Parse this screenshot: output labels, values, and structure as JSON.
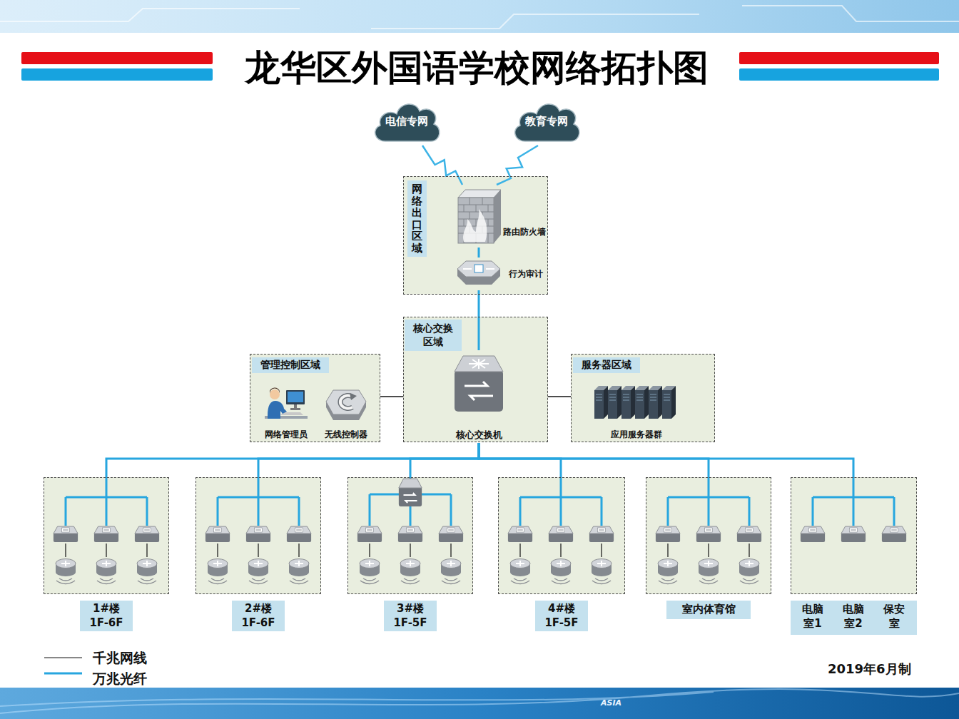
{
  "diagram": {
    "title": "龙华区外国语学校网络拓扑图",
    "nodes": [
      {
        "text": [
          "电信专网"
        ]
      },
      {
        "text": [
          "教育专网"
        ]
      },
      {
        "text": [
          "网络出口区域"
        ]
      },
      {
        "text": [
          "路由防火墙"
        ],
        "in": 2
      },
      {
        "text": [
          "行为审计"
        ],
        "in": 2
      },
      {
        "text": [
          "核心交换区域"
        ]
      },
      {
        "text": [
          "核心交换机"
        ],
        "in": 5
      },
      {
        "text": [
          "管理控制区域"
        ]
      },
      {
        "text": [
          "网络管理员"
        ],
        "in": 7
      },
      {
        "text": [
          "无线控制器"
        ],
        "in": 7
      },
      {
        "text": [
          "服务器区域"
        ]
      },
      {
        "text": [
          "应用服务器群"
        ],
        "in": 10
      },
      {
        "text": [
          "1#楼 1F-6F"
        ]
      },
      {
        "text": [
          "2#楼 1F-6F"
        ]
      },
      {
        "text": [
          "3#楼 1F-5F"
        ]
      },
      {
        "text": [
          "4#楼 1F-5F"
        ]
      },
      {
        "text": [
          "室内体育馆"
        ]
      },
      {
        "text": [
          "电脑 室1",
          "电脑 室2",
          "保安 室"
        ]
      }
    ],
    "edges": [
      {
        "from": 0,
        "to": 3,
        "arrow": "none"
      },
      {
        "from": 1,
        "to": 3,
        "arrow": "none"
      },
      {
        "from": 3,
        "to": 4,
        "arrow": "none"
      },
      {
        "from": 4,
        "to": 6,
        "arrow": "none"
      },
      {
        "from": 7,
        "to": 5,
        "arrow": "none"
      },
      {
        "from": 5,
        "to": 10,
        "arrow": "none"
      },
      {
        "from": 6,
        "to": 12,
        "arrow": "none"
      },
      {
        "from": 6,
        "to": 13,
        "arrow": "none"
      },
      {
        "from": 6,
        "to": 14,
        "arrow": "none"
      },
      {
        "from": 6,
        "to": 15,
        "arrow": "none"
      },
      {
        "from": 6,
        "to": 16,
        "arrow": "none"
      },
      {
        "from": 6,
        "to": 17,
        "arrow": "none"
      }
    ],
    "labels": [
      "2019年6月制",
      "ASIA"
    ],
    "legend": [
      {
        "text": "千兆网线"
      },
      {
        "text": "万兆光纤"
      }
    ]
  }
}
